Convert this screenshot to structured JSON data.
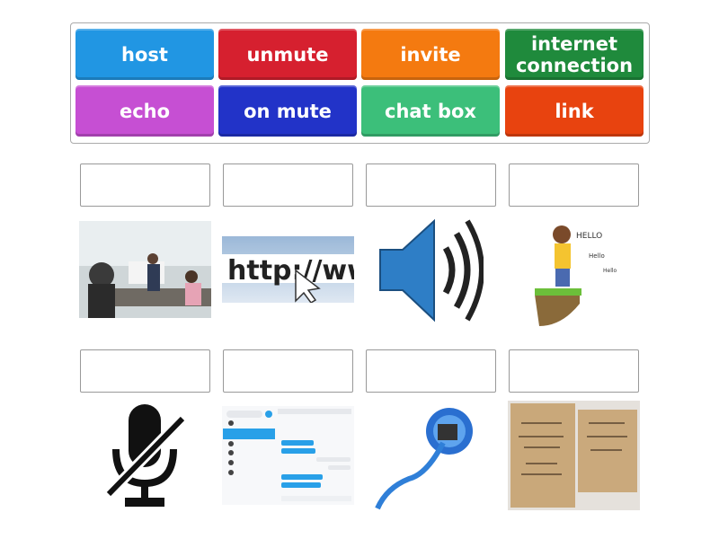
{
  "tiles": [
    {
      "label": "host",
      "color": "#2196e3"
    },
    {
      "label": "unmute",
      "color": "#d6202f"
    },
    {
      "label": "invite",
      "color": "#f47a10"
    },
    {
      "label": "internet connection",
      "color": "#1f8a3c"
    },
    {
      "label": "echo",
      "color": "#c64fd3"
    },
    {
      "label": "on mute",
      "color": "#2233c8"
    },
    {
      "label": "chat box",
      "color": "#3cbf7a"
    },
    {
      "label": "link",
      "color": "#e8430f"
    }
  ],
  "images": {
    "row1": [
      "meeting-photo",
      "http-www-link-image",
      "speaker-sound-icon",
      "child-shouting-echo-image"
    ],
    "row2": [
      "muted-microphone-icon",
      "chat-app-screenshot",
      "internet-cable-globe-image",
      "wedding-invitation-image"
    ],
    "echo_words": [
      "HELLO",
      "Hello",
      "Hello"
    ],
    "url_text": "http://www"
  }
}
